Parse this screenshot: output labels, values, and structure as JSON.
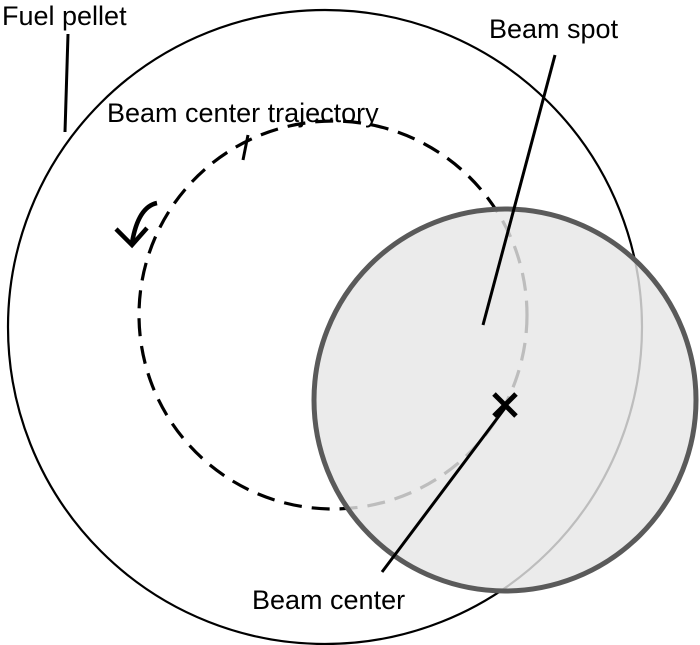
{
  "labels": {
    "fuel_pellet": "Fuel pellet",
    "beam_spot": "Beam spot",
    "trajectory": "Beam center trajectory",
    "beam_center": "Beam center"
  },
  "colors": {
    "background": "#ffffff",
    "line": "#000000",
    "beam_spot_fill": "#e6e6e6",
    "beam_spot_stroke": "#5a5a5a"
  }
}
